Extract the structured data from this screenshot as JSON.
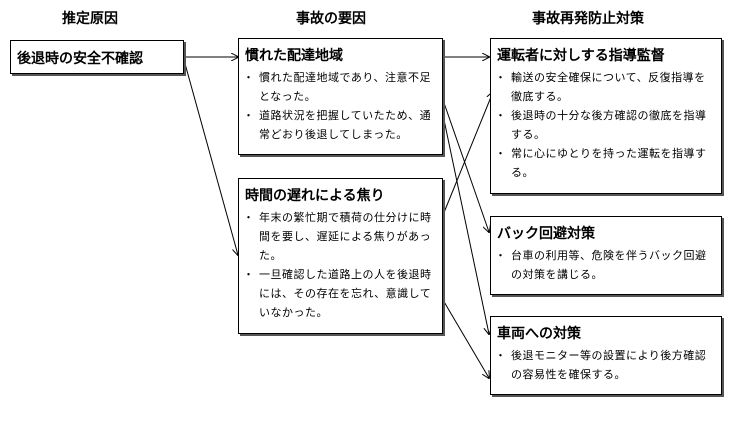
{
  "headers": {
    "cause": "推定原因",
    "factors": "事故の要因",
    "measures": "事故再発防止対策"
  },
  "cause": {
    "title": "後退時の安全不確認"
  },
  "factor1": {
    "title": "慣れた配達地域",
    "items": [
      "慣れた配達地域であり、注意不足となった。",
      "道路状況を把握していたため、通常どおり後退してしまった。"
    ]
  },
  "factor2": {
    "title": "時間の遅れによる焦り",
    "items": [
      "年末の繁忙期で積荷の仕分けに時間を要し、遅延による焦りがあった。",
      "一旦確認した道路上の人を後退時には、その存在を忘れ、意識していなかった。"
    ]
  },
  "measure1": {
    "title": "運転者に対しする指導監督",
    "items": [
      "輸送の安全確保について、反復指導を徹底する。",
      "後退時の十分な後方確認の徹底を指導する。",
      "常に心にゆとりを持った運転を指導する。"
    ]
  },
  "measure2": {
    "title": "バック回避対策",
    "items": [
      "台車の利用等、危険を伴うバック回避の対策を講じる。"
    ]
  },
  "measure3": {
    "title": "車両への対策",
    "items": [
      "後退モニター等の設置により後方確認の容易性を確保する。"
    ]
  }
}
